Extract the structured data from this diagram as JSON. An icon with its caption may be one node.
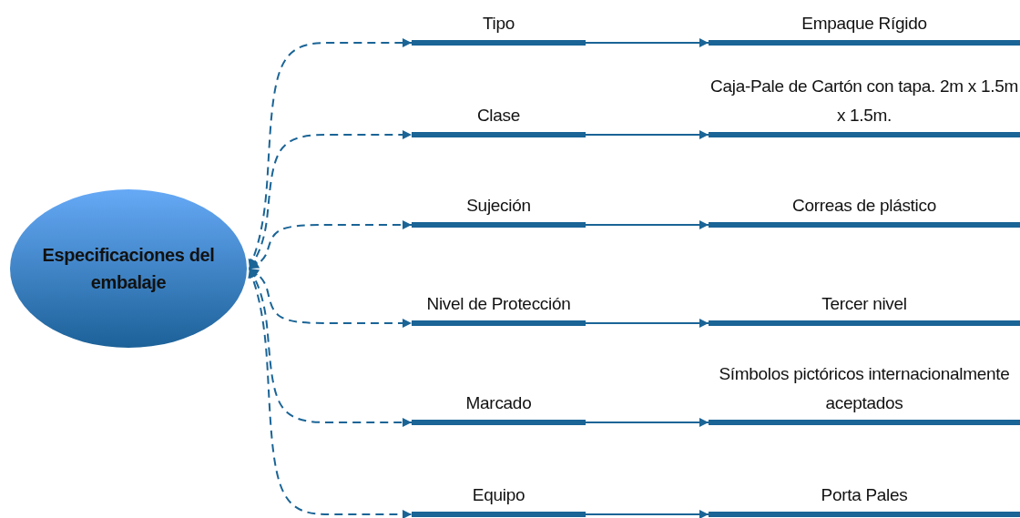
{
  "diagram": {
    "nodes": [
      {
        "text": [
          "Especificaciones del embalaje"
        ]
      },
      {
        "text": [
          "Tipo"
        ]
      },
      {
        "text": [
          "Clase"
        ]
      },
      {
        "text": [
          "Sujeción"
        ]
      },
      {
        "text": [
          "Nivel de Protección"
        ]
      },
      {
        "text": [
          "Marcado"
        ]
      },
      {
        "text": [
          "Equipo"
        ]
      },
      {
        "text": [
          "Empaque Rígido"
        ]
      },
      {
        "text": [
          "Caja-Pale de Cartón con tapa. 2m x 1.5m x 1.5m."
        ]
      },
      {
        "text": [
          "Correas de plástico"
        ]
      },
      {
        "text": [
          "Tercer nivel"
        ]
      },
      {
        "text": [
          "Símbolos pictóricos internacionalmente aceptados"
        ]
      },
      {
        "text": [
          "Porta Pales"
        ]
      }
    ],
    "edges": [
      {
        "from": 0,
        "to": 1,
        "arrow": "both",
        "style": "dashed"
      },
      {
        "from": 0,
        "to": 2,
        "arrow": "both",
        "style": "dashed"
      },
      {
        "from": 0,
        "to": 3,
        "arrow": "both",
        "style": "dashed"
      },
      {
        "from": 0,
        "to": 4,
        "arrow": "both",
        "style": "dashed"
      },
      {
        "from": 0,
        "to": 5,
        "arrow": "both",
        "style": "dashed"
      },
      {
        "from": 0,
        "to": 6,
        "arrow": "both",
        "style": "dashed"
      },
      {
        "from": 1,
        "to": 7,
        "arrow": "to"
      },
      {
        "from": 2,
        "to": 8,
        "arrow": "to"
      },
      {
        "from": 3,
        "to": 9,
        "arrow": "to"
      },
      {
        "from": 4,
        "to": 10,
        "arrow": "to"
      },
      {
        "from": 5,
        "to": 11,
        "arrow": "to"
      },
      {
        "from": 6,
        "to": 12,
        "arrow": "to"
      }
    ]
  }
}
